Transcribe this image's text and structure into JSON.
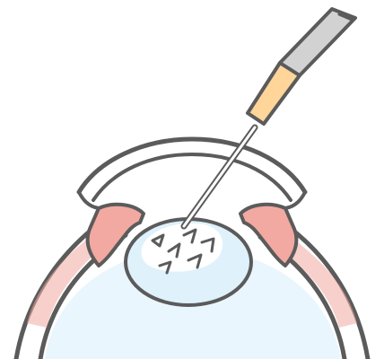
{
  "diagram": {
    "labels": [],
    "parts": [
      {
        "name": "cornea"
      },
      {
        "name": "iris"
      },
      {
        "name": "lens"
      },
      {
        "name": "sclera"
      },
      {
        "name": "surgical-probe"
      },
      {
        "name": "lens-fragments"
      }
    ],
    "colors": {
      "outline": "#5b5b5b",
      "background": "#ffffff",
      "iris_fill": "#f2a9a1",
      "lens_fill": "#dff1fb",
      "vitreous_fill": "#eaf6fd",
      "probe_handle": "#d2d2d2",
      "probe_sleeve": "#ffd59a"
    }
  }
}
